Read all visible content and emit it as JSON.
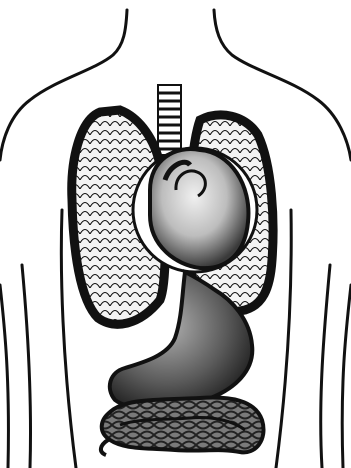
{
  "figure": {
    "colors": {
      "ink": "#111111",
      "paper": "#ffffff",
      "lung_fill": "#f4f4f4",
      "heart_fill": "#cfcfcf",
      "organ_fill": "#6f6f6f"
    },
    "parts_icons": [
      "torso-outline",
      "trachea",
      "left-lung",
      "right-lung",
      "heart",
      "stomach",
      "intestines"
    ]
  }
}
